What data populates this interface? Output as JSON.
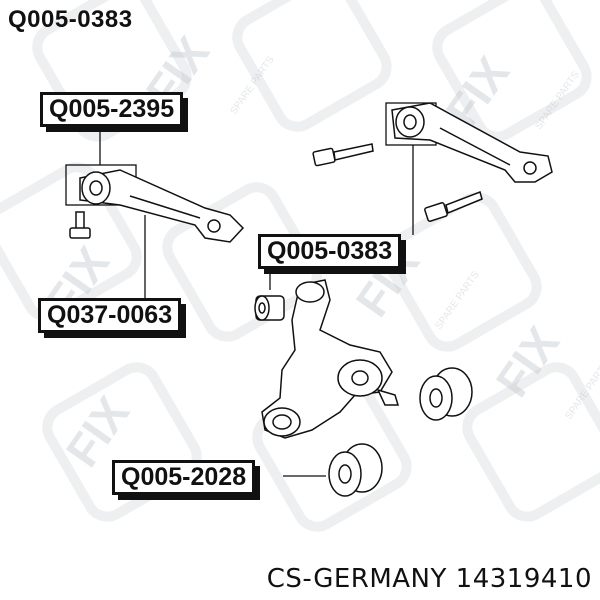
{
  "header": {
    "part_number": "Q005-0383"
  },
  "callouts": [
    {
      "id": "c1",
      "text": "Q005-2395"
    },
    {
      "id": "c2",
      "text": "Q005-0383"
    },
    {
      "id": "c3",
      "text": "Q037-0063"
    },
    {
      "id": "c4",
      "text": "Q005-2028"
    }
  ],
  "watermark": {
    "brand": "FIX",
    "tagline": "SPARE PARTS"
  },
  "footer": {
    "text": "CS-GERMANY 14319410"
  }
}
